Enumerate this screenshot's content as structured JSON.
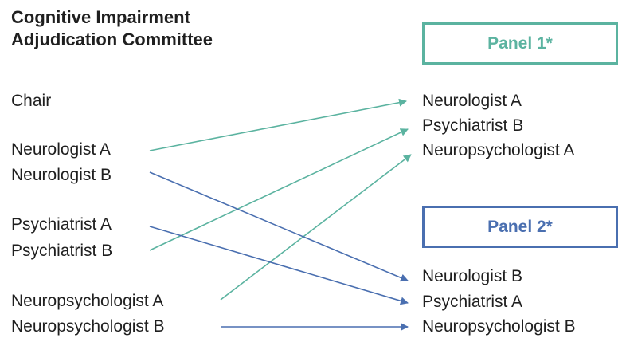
{
  "title": {
    "line1": "Cognitive Impairment",
    "line2": "Adjudication Committee"
  },
  "committee": {
    "chair": "Chair",
    "neurologist_a": "Neurologist A",
    "neurologist_b": "Neurologist B",
    "psychiatrist_a": "Psychiatrist A",
    "psychiatrist_b": "Psychiatrist B",
    "neuropsychologist_a": "Neuropsychologist A",
    "neuropsychologist_b": "Neuropsychologist B"
  },
  "panel1": {
    "label": "Panel 1*",
    "color": "#5bb3a0",
    "members": [
      "Neurologist A",
      "Psychiatrist B",
      "Neuropsychologist A"
    ]
  },
  "panel2": {
    "label": "Panel 2*",
    "color": "#4a6fb0",
    "members": [
      "Neurologist B",
      "Psychiatrist A",
      "Neuropsychologist B"
    ]
  },
  "assignments": [
    {
      "from": "Neurologist A",
      "to": "Neurologist A",
      "panel": "panel1"
    },
    {
      "from": "Psychiatrist B",
      "to": "Psychiatrist B",
      "panel": "panel1"
    },
    {
      "from": "Neuropsychologist A",
      "to": "Neuropsychologist A",
      "panel": "panel1"
    },
    {
      "from": "Neurologist B",
      "to": "Neurologist B",
      "panel": "panel2"
    },
    {
      "from": "Psychiatrist A",
      "to": "Psychiatrist A",
      "panel": "panel2"
    },
    {
      "from": "Neuropsychologist B",
      "to": "Neuropsychologist B",
      "panel": "panel2"
    }
  ]
}
